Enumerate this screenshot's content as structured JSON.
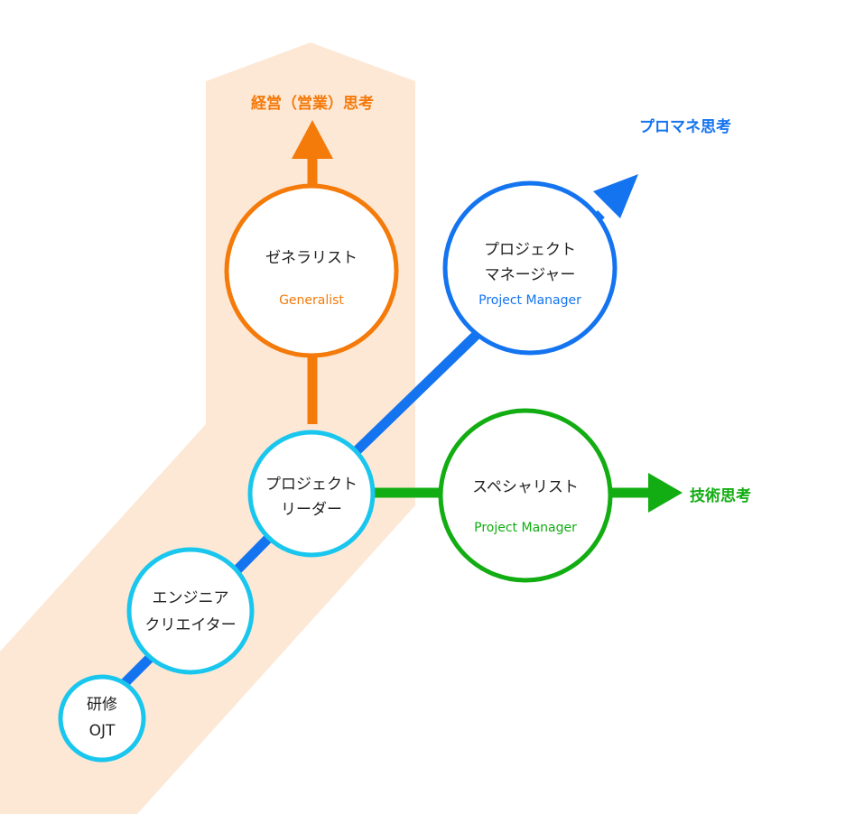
{
  "colors": {
    "band": "#fde8d6",
    "orange": "#f47a0a",
    "blue": "#1474f0",
    "green": "#12ad12",
    "cyan": "#19c6ee",
    "text": "#222222"
  },
  "paths": {
    "management": {
      "label": "経営（営業）思考"
    },
    "project": {
      "label": "プロマネ思考"
    },
    "tech": {
      "label": "技術思考"
    }
  },
  "nodes": {
    "training": {
      "line1": "研修",
      "line2": "OJT"
    },
    "engineer": {
      "line1": "エンジニア",
      "line2": "クリエイター"
    },
    "leader": {
      "line1": "プロジェクト",
      "line2": "リーダー"
    },
    "generalist": {
      "title": "ゼネラリスト",
      "subtitle": "Generalist"
    },
    "pm": {
      "line1": "プロジェクト",
      "line2": "マネージャー",
      "subtitle": "Project Manager"
    },
    "specialist": {
      "title": "スペシャリスト",
      "subtitle": "Project Manager"
    }
  }
}
